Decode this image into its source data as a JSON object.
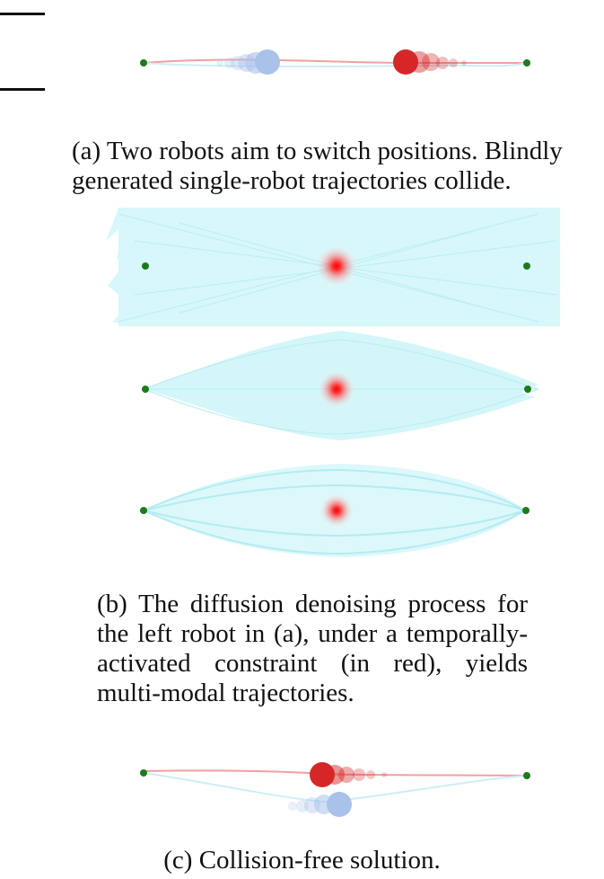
{
  "captions": {
    "a": "(a) Two robots aim to switch positions. Blindly generated single-robot trajectories collide.",
    "b": "(b) The diffusion denoising process for the left robot in (a), under a temporally-activated constraint (in red), yields multi-modal trajectories.",
    "c": "(c) Collision-free solution."
  },
  "colors": {
    "start_goal": "#1e7a1e",
    "left_robot": "#a9c2ea",
    "right_robot": "#d62728",
    "trajectory_cloud": "#c9f4f8",
    "constraint": "#ff0000"
  }
}
